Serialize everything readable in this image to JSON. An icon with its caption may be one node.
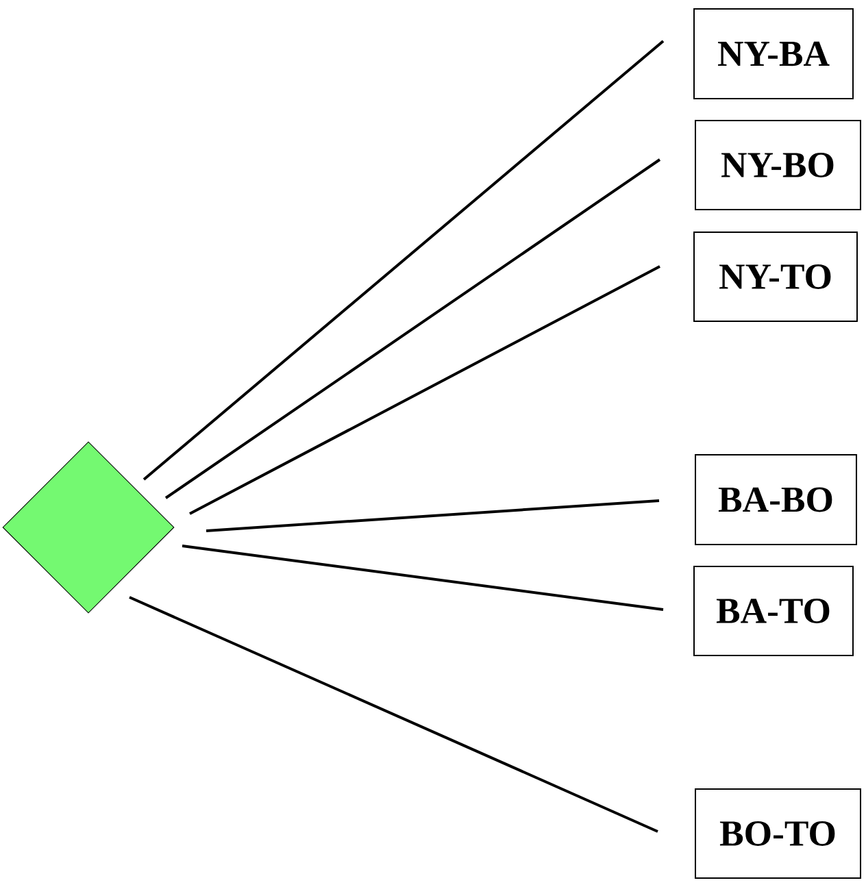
{
  "diagram": {
    "nodes": [
      {
        "text": [],
        "shape": "diamond"
      },
      {
        "text": [
          "NY-BA"
        ]
      },
      {
        "text": [
          "NY-BO"
        ]
      },
      {
        "text": [
          "NY-TO"
        ]
      },
      {
        "text": [
          "BA-BO"
        ]
      },
      {
        "text": [
          "BA-TO"
        ]
      },
      {
        "text": [
          "BO-TO"
        ]
      }
    ],
    "edges": [
      {
        "from": 0,
        "to": 1,
        "arrow": "none"
      },
      {
        "from": 0,
        "to": 2,
        "arrow": "none"
      },
      {
        "from": 0,
        "to": 3,
        "arrow": "none"
      },
      {
        "from": 0,
        "to": 4,
        "arrow": "none"
      },
      {
        "from": 0,
        "to": 5,
        "arrow": "none"
      },
      {
        "from": 0,
        "to": 6,
        "arrow": "none"
      }
    ]
  }
}
